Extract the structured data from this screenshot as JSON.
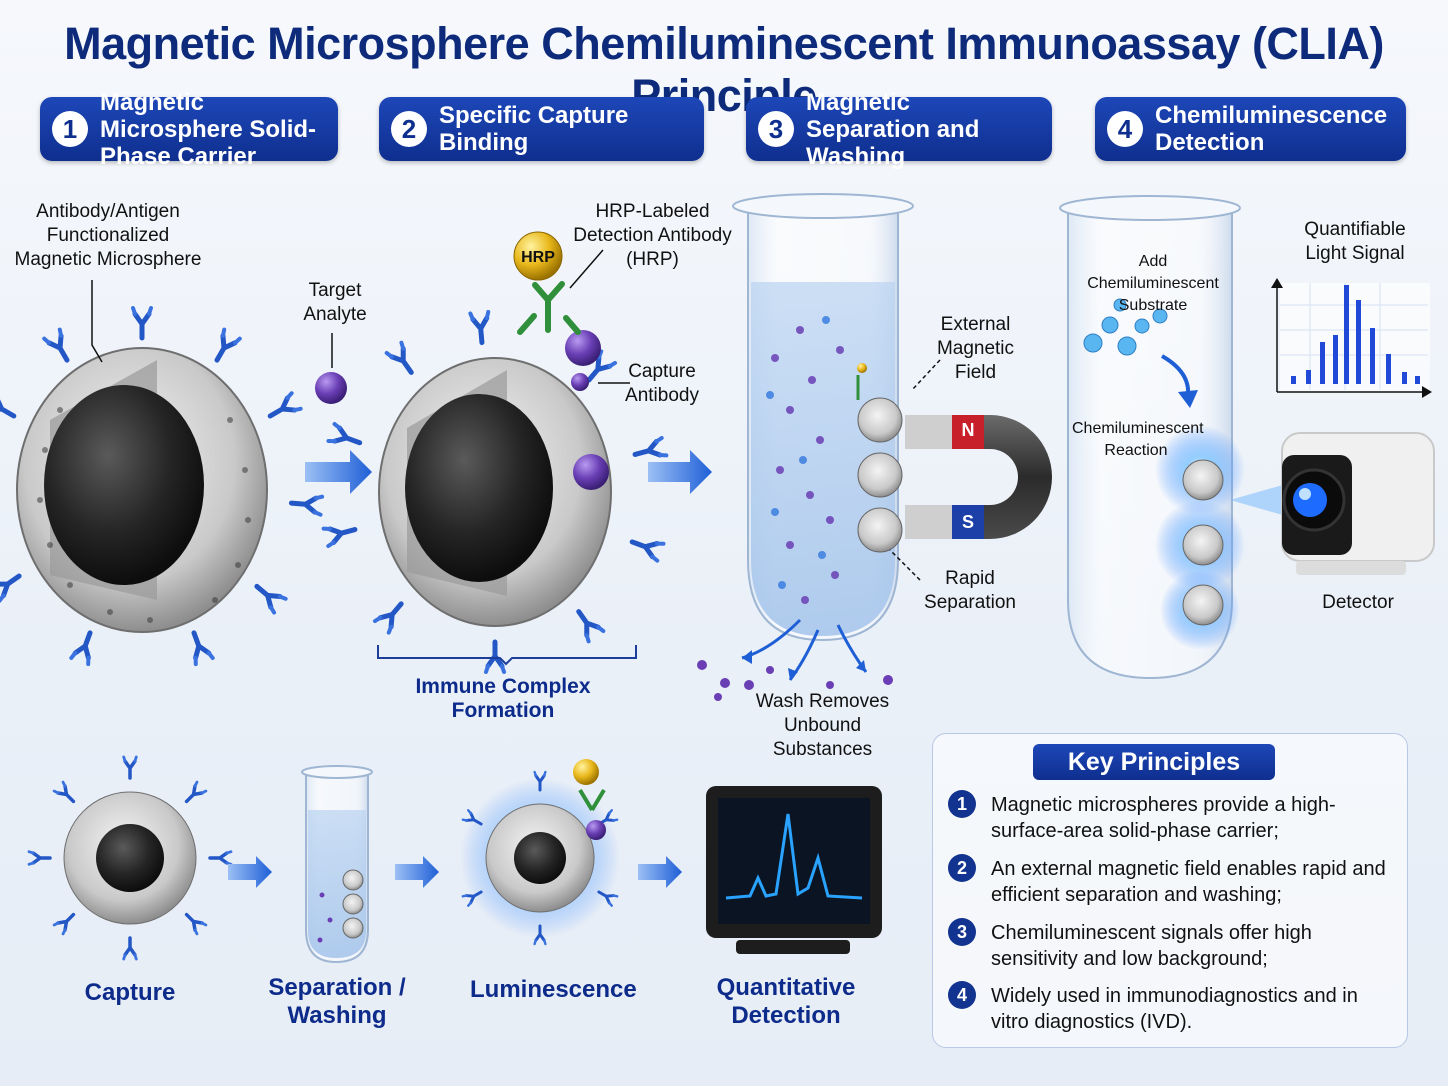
{
  "title": "Magnetic Microsphere Chemiluminescent Immunoassay (CLIA) Principle",
  "steps": [
    {
      "num": "1",
      "label": "Magnetic Microsphere Solid-Phase Carrier"
    },
    {
      "num": "2",
      "label": "Specific Capture Binding"
    },
    {
      "num": "3",
      "label": "Magnetic Separation and Washing"
    },
    {
      "num": "4",
      "label": "Chemiluminescence Detection"
    }
  ],
  "labels": {
    "functionalized_microsphere": "Antibody/Antigen Functionalized Magnetic Microsphere",
    "target_analyte": "Target Analyte",
    "hrp_labeled_antibody": "HRP-Labeled Detection Antibody (HRP)",
    "hrp_badge": "HRP",
    "capture_antibody": "Capture Antibody",
    "immune_complex": "Immune Complex Formation",
    "external_field": "External Magnetic Field",
    "magnet_n": "N",
    "magnet_s": "S",
    "rapid_separation": "Rapid Separation",
    "wash_removes": "Wash Removes Unbound Substances",
    "add_substrate": "Add Chemiluminescent Substrate",
    "cl_reaction": "Chemiluminescent Reaction",
    "light_signal": "Quantifiable Light Signal",
    "detector": "Detector"
  },
  "bottom_flow": [
    "Capture",
    "Separation / Washing",
    "Luminescence",
    "Quantitative Detection"
  ],
  "key_principles": {
    "title": "Key Principles",
    "items": [
      {
        "num": "1",
        "text": "Magnetic microspheres provide a high-surface-area solid-phase carrier;"
      },
      {
        "num": "2",
        "text": "An external magnetic field enables rapid and efficient separation and washing;"
      },
      {
        "num": "3",
        "text": "Chemiluminescent signals offer high sensitivity and low background;"
      },
      {
        "num": "4",
        "text": "Widely used in immunodiagnostics and in vitro diagnostics (IVD)."
      }
    ]
  },
  "colors": {
    "brand_blue": "#0f2f8f",
    "antibody_blue": "#2357c6",
    "analyte_purple": "#6a3fb5",
    "glow": "#4aa8ff"
  }
}
